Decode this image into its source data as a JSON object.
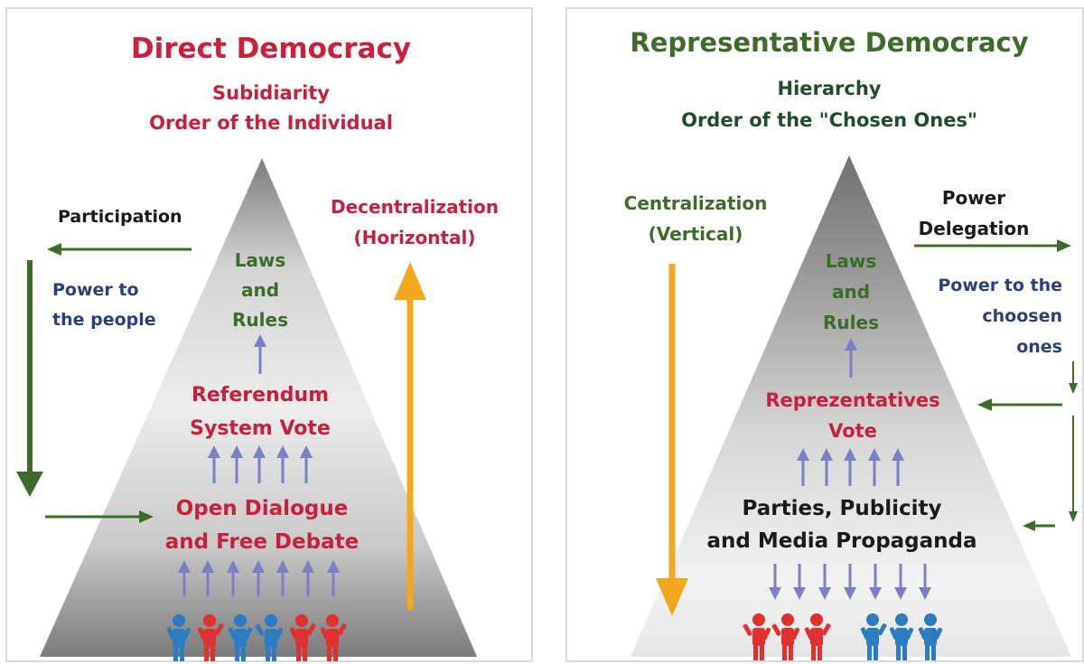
{
  "direct": {
    "title": "Direct Democracy",
    "subtitle_line1": "Subidiarity",
    "subtitle_line2": "Order of the Individual",
    "participation_label": "Participation",
    "power_line1": "Power to",
    "power_line2": "the people",
    "decentralization_line1": "Decentralization",
    "decentralization_line2": "(Horizontal)",
    "laws_line1": "Laws",
    "laws_line2": "and",
    "laws_line3": "Rules",
    "referendum_line1": "Referendum",
    "referendum_line2": "System Vote",
    "dialogue_line1": "Open Dialogue",
    "dialogue_line2": "and Free Debate"
  },
  "representative": {
    "title": "Representative Democracy",
    "subtitle_line1": "Hierarchy",
    "subtitle_line2": "Order of the \"Chosen Ones\"",
    "centralization_line1": "Centralization",
    "centralization_line2": "(Vertical)",
    "delegation_line1": "Power",
    "delegation_line2": "Delegation",
    "power_line1": "Power to the",
    "power_line2": "choosen",
    "power_line3": "ones",
    "laws_line1": "Laws",
    "laws_line2": "and",
    "laws_line3": "Rules",
    "reps_line1": "Reprezentatives",
    "reps_line2": "Vote",
    "parties_line1": "Parties, Publicity",
    "parties_line2": "and Media Propaganda"
  },
  "colors": {
    "red_text": "#c8203b",
    "dark_red_title": "#cc1f3a",
    "green": "#3d6b2a",
    "navy": "#2b3f7a",
    "purple_arrow": "#7b7fc4",
    "orange_arrow": "#f2a81d",
    "people_blue": "#2b7cc0",
    "people_red": "#e0302f"
  }
}
